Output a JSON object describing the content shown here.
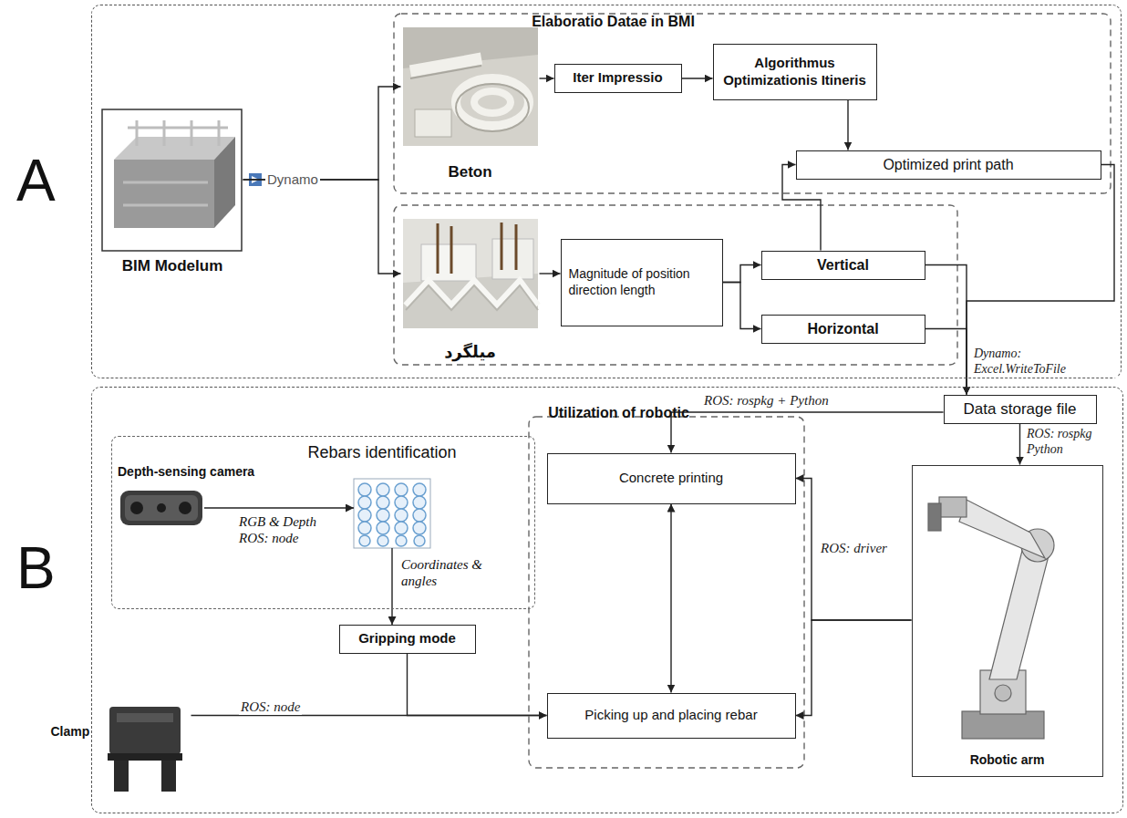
{
  "diagram": {
    "nodes": [
      {
        "text": [
          "Elaboratio Datae in BMI"
        ]
      },
      {
        "text": [
          "BIM Modelum"
        ],
        "in": 0
      },
      {
        "text": [
          "Beton"
        ],
        "in": 0
      },
      {
        "text": [
          "Iter Impressio"
        ],
        "in": 0
      },
      {
        "text": [
          "Algorithmus Optimizationis Itineris"
        ],
        "in": 0
      },
      {
        "text": [
          "Optimized print path"
        ],
        "in": 0
      },
      {
        "text": [
          "میلگرد"
        ],
        "in": 0
      },
      {
        "text": [
          "Magnitude of position direction length"
        ],
        "in": 0
      },
      {
        "text": [
          "Vertical"
        ],
        "in": 0
      },
      {
        "text": [
          "Horizontal"
        ],
        "in": 0
      },
      {
        "text": [
          "Utilization of robotic"
        ]
      },
      {
        "text": [
          "Data storage file"
        ],
        "in": 10
      },
      {
        "text": [
          "Rebars identification"
        ],
        "in": 10
      },
      {
        "text": [
          "Depth-sensing camera"
        ],
        "in": 12
      },
      {
        "text": [
          "Gripping mode"
        ],
        "in": 10
      },
      {
        "text": [
          "Clamp"
        ],
        "in": 10
      },
      {
        "text": [
          "Concrete printing"
        ],
        "in": 10
      },
      {
        "text": [
          "Picking up and placing rebar"
        ],
        "in": 10
      },
      {
        "text": [
          "Robotic arm"
        ],
        "in": 10
      }
    ],
    "edges": [
      {
        "from": 1,
        "to": 2,
        "arrow": "to",
        "label": "Dynamo"
      },
      {
        "from": 1,
        "to": 6,
        "arrow": "to"
      },
      {
        "from": 2,
        "to": 3,
        "arrow": "to"
      },
      {
        "from": 3,
        "to": 4,
        "arrow": "to"
      },
      {
        "from": 4,
        "to": 5,
        "arrow": "to"
      },
      {
        "from": 6,
        "to": 7,
        "arrow": "to"
      },
      {
        "from": 7,
        "to": 8,
        "arrow": "to"
      },
      {
        "from": 7,
        "to": 9,
        "arrow": "to"
      },
      {
        "from": 8,
        "to": 5,
        "arrow": "to"
      },
      {
        "from": 5,
        "to": 11,
        "arrow": "to"
      },
      {
        "from": 8,
        "to": 11,
        "arrow": "to"
      },
      {
        "from": 9,
        "to": 11,
        "arrow": "to",
        "label": "Dynamo: Excel.WriteToFile"
      },
      {
        "from": 11,
        "to": 16,
        "arrow": "to",
        "label": "ROS: rospkg + Python"
      },
      {
        "from": 11,
        "to": 18,
        "arrow": "to",
        "label": "ROS: rospkg Python"
      },
      {
        "from": 16,
        "to": 17,
        "arrow": "both"
      },
      {
        "from": 14,
        "to": 17,
        "arrow": "to"
      },
      {
        "from": 15,
        "to": 17,
        "arrow": "to",
        "label": "ROS: node"
      },
      {
        "from": 18,
        "to": 16,
        "arrow": "to"
      },
      {
        "from": 18,
        "to": 17,
        "arrow": "to",
        "label": "ROS: driver"
      }
    ],
    "labels": [
      "A",
      "B",
      "RGB & Depth ROS: node",
      "Coordinates & angles"
    ]
  }
}
